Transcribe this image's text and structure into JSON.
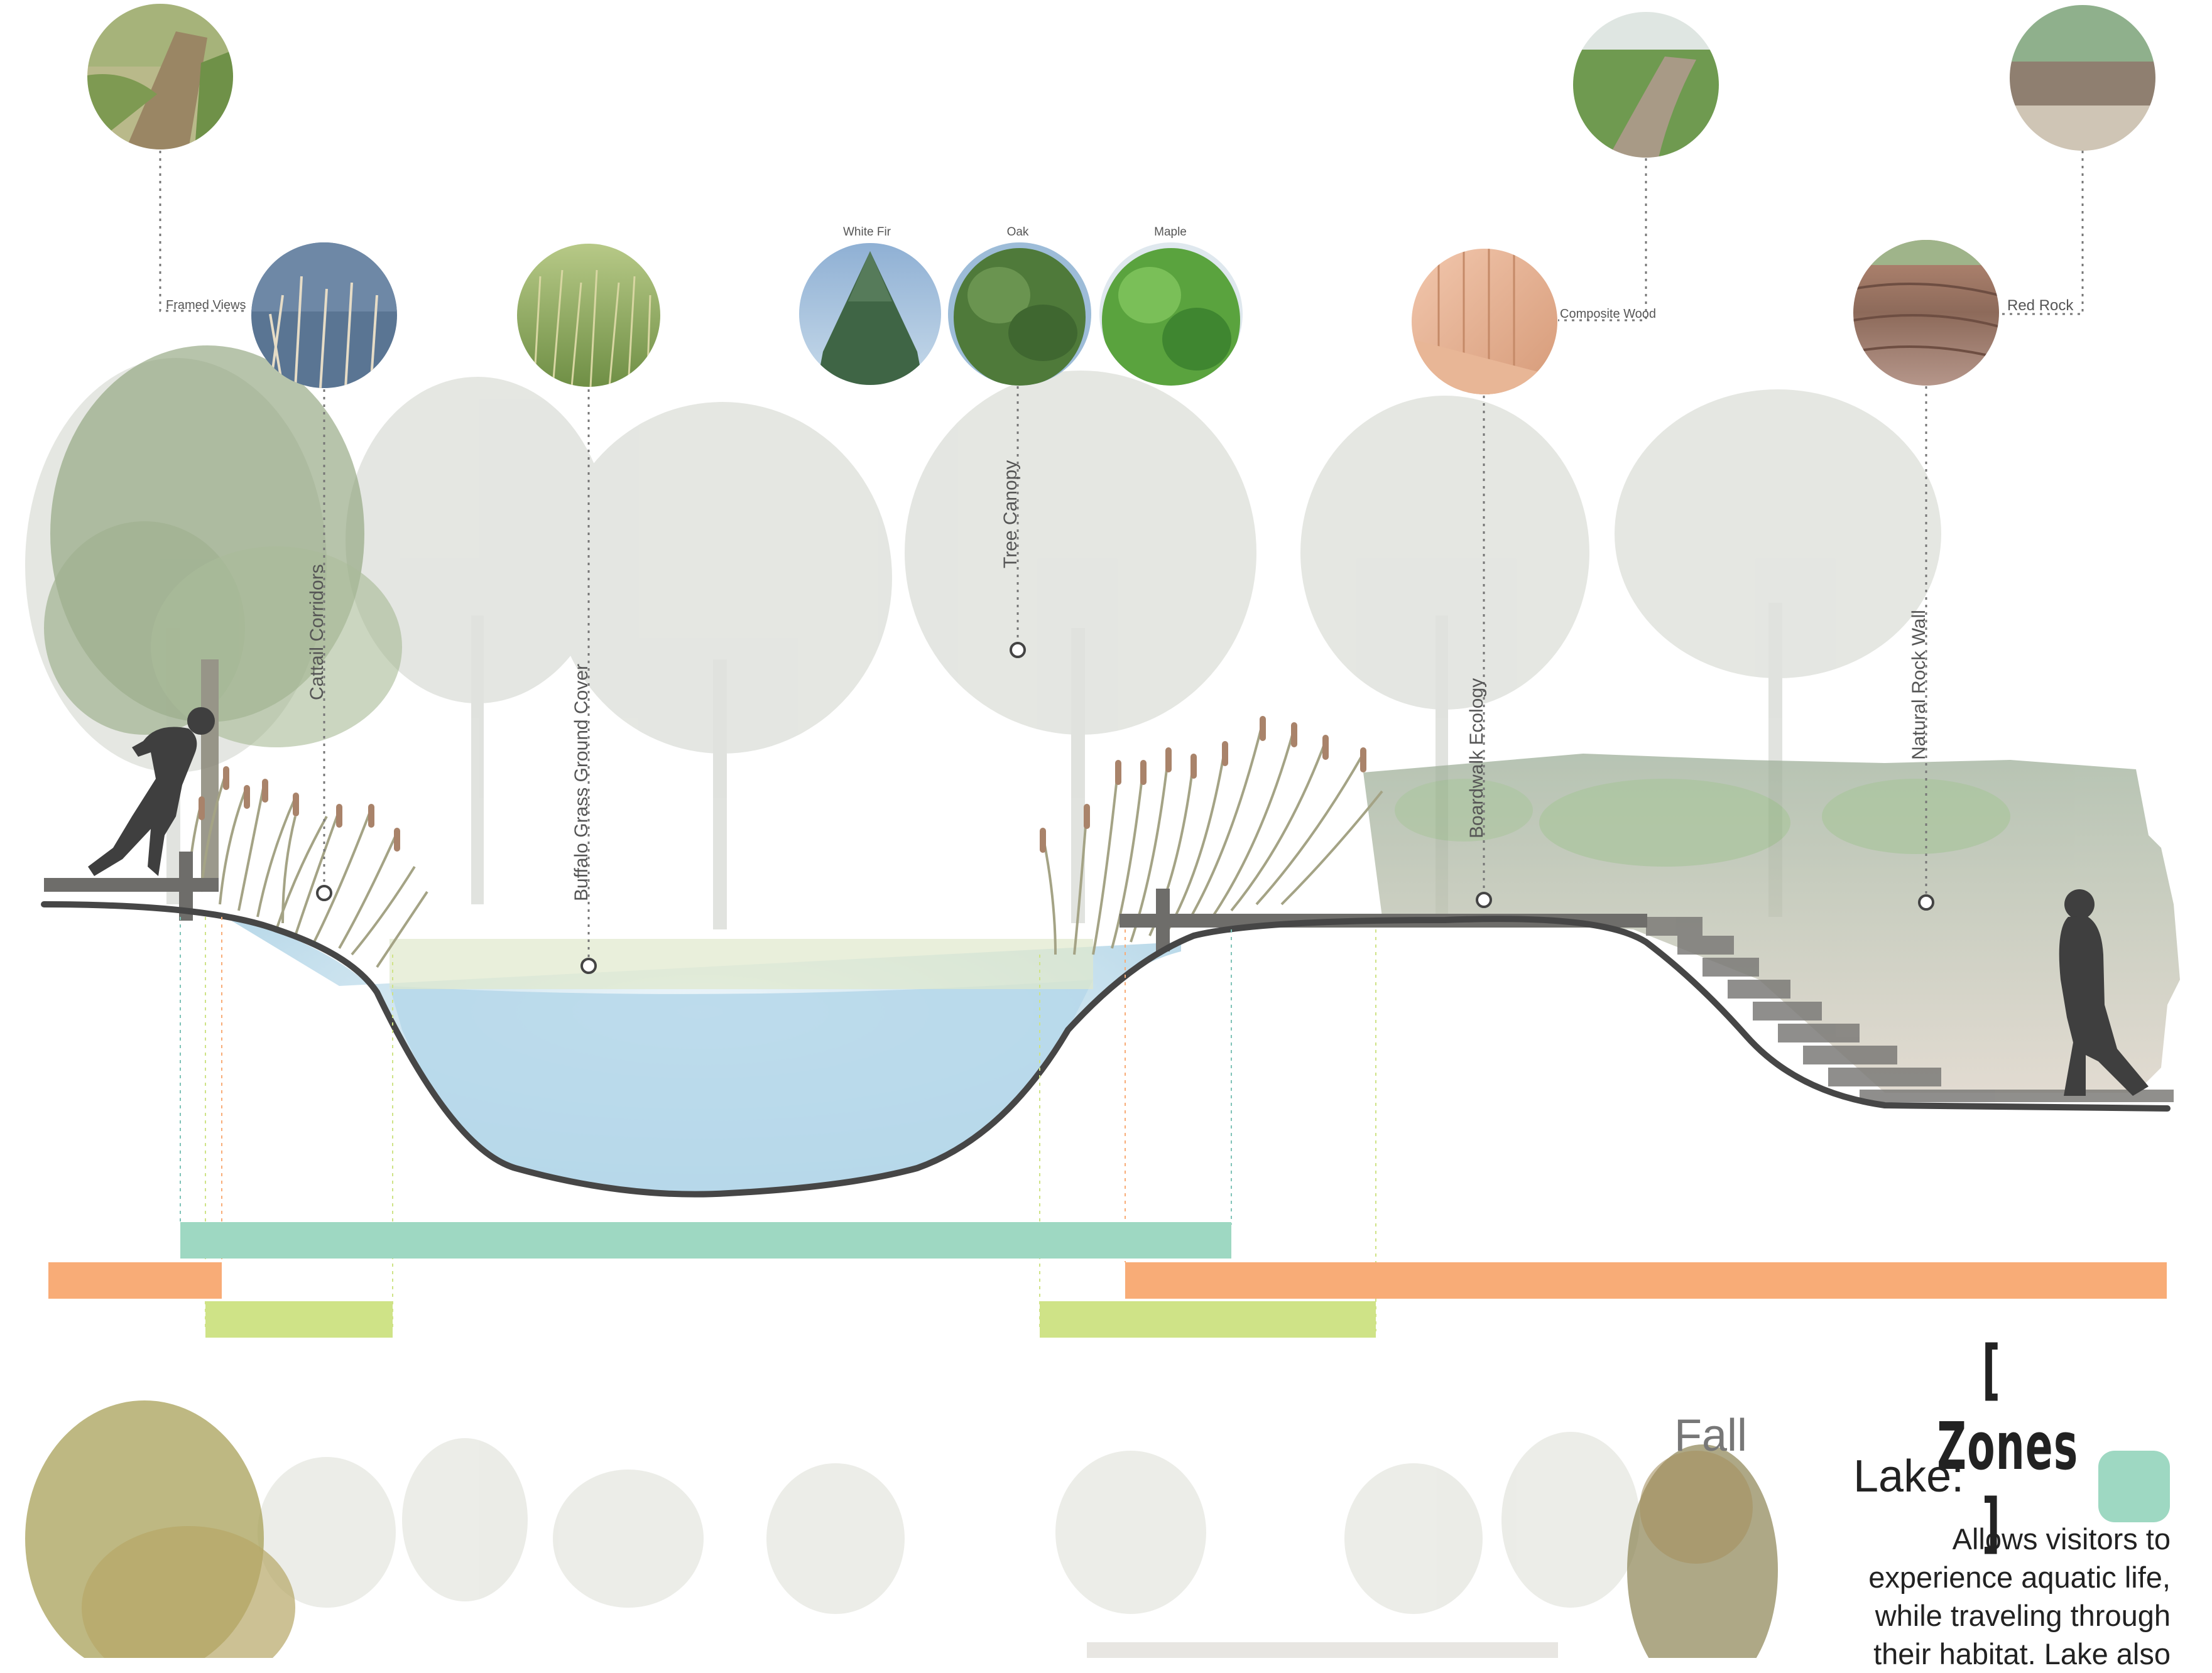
{
  "materials": {
    "framed_views": "Framed Views",
    "composite_wood": "Composite Wood",
    "red_rock": "Red Rock",
    "white_fir": "White Fir",
    "oak": "Oak",
    "maple": "Maple"
  },
  "callouts": {
    "cattail": "Cattail Corridors",
    "buffalo": "Buffalo Grass Ground Cover",
    "canopy": "Tree Canopy",
    "boardwalk": "Boardwalk Ecology",
    "rockwall": "Natural Rock Wall"
  },
  "season": "Fall",
  "zones": {
    "title": "[ Zones ]",
    "lake": {
      "label": "Lake:",
      "lines": [
        "Allows visitors to",
        "experience aquatic life,",
        "while traveling through",
        "their habitat. Lake also"
      ]
    }
  },
  "colors": {
    "lake_zone": "#9ed8c2",
    "orange_zone": "#f8ac77",
    "green_zone": "#cfe387",
    "water": "#bfdeec",
    "ground_line": "#464646"
  }
}
